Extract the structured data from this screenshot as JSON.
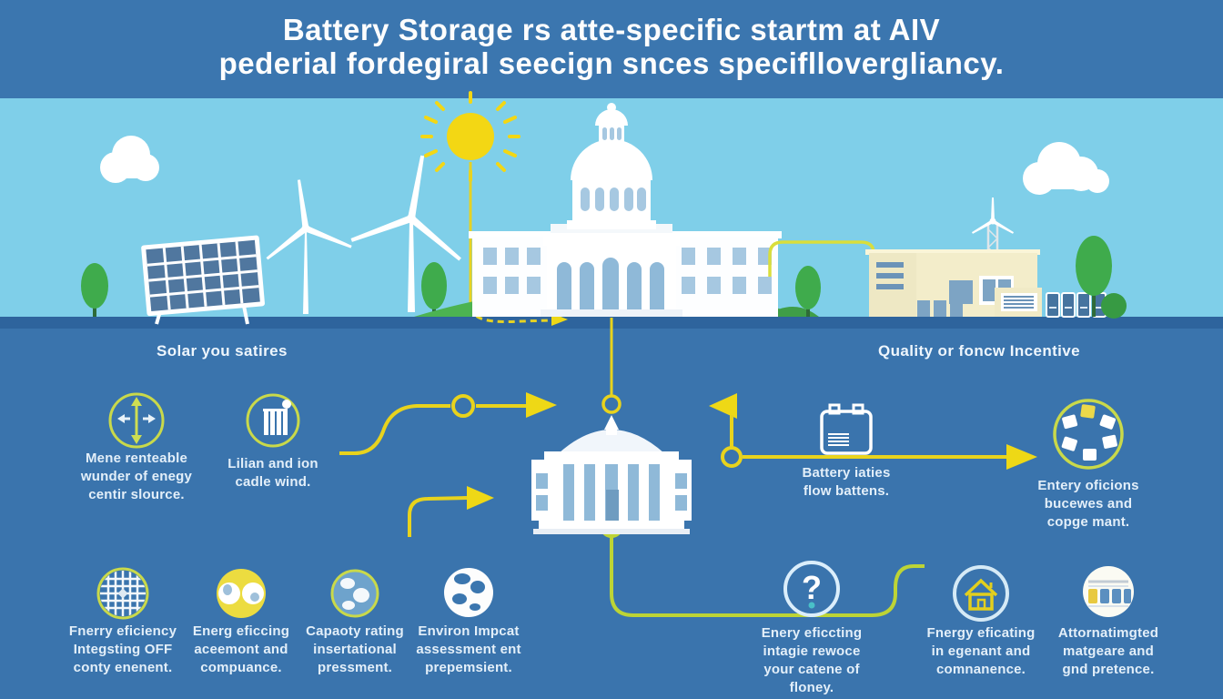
{
  "title": {
    "line1": "Battery Storage rs atte-specific startm at AIV",
    "line2": "pederial fordegiral seecign snces specifllovergliancy."
  },
  "headings": {
    "left": "Solar you satires",
    "right": "Quality or foncw Incentive"
  },
  "flow_row": {
    "items": [
      {
        "icon": "direction-arrows",
        "label": "Mene renteable\nwunder of enegy\ncentir slource."
      },
      {
        "icon": "battery-cells",
        "label": "Lilian and ion\ncadle wind."
      },
      {
        "icon": "battery",
        "label": "Battery iaties\nflow battens."
      },
      {
        "icon": "document-cycle",
        "label": "Entery oficions\nbucewes and\ncopge mant."
      }
    ]
  },
  "bottom_row": {
    "items": [
      {
        "icon": "grid-sphere",
        "label": "Fnerry eficiency\nIntegsting OFF\nconty enenent."
      },
      {
        "icon": "dual-globe",
        "label": "Energ eficcing\naceemont and\ncompuance."
      },
      {
        "icon": "globe-ring",
        "label": "Capaoty rating\ninsertational\npressment."
      },
      {
        "icon": "globe-white",
        "label": "Environ Impcat\nassessment ent\nprepemsient."
      },
      {
        "icon": "question-mark",
        "label": "Enery eficcting\nintagie rewoce\nyour catene of\nfloney."
      },
      {
        "icon": "house",
        "label": "Fnergy eficating\nin egenant and\ncomnanence."
      },
      {
        "icon": "automated-grid",
        "label": "Attornatimgted\nmatgeare and\ngnd pretence."
      }
    ]
  },
  "icons": {
    "question_glyph": "?"
  },
  "colors": {
    "band_blue": "#3b76af",
    "sky_blue": "#7fcfe9",
    "ground_strip": "#2e649d",
    "flow_yellow": "#eed816",
    "flow_yellow_green": "#bdd435",
    "wire_green": "#d9de3b",
    "sun_yellow": "#f3d714",
    "ring_green": "#c9d94a",
    "grass_green": "#4cb351",
    "tree_green": "#3fab4c",
    "building_white": "#ffffff",
    "window_blue": "#a6c8e1",
    "arch_blue": "#8fb9d8",
    "factory_cream": "#f3edca",
    "panel_blue": "#50779f",
    "label_text": "#e3eff9"
  }
}
